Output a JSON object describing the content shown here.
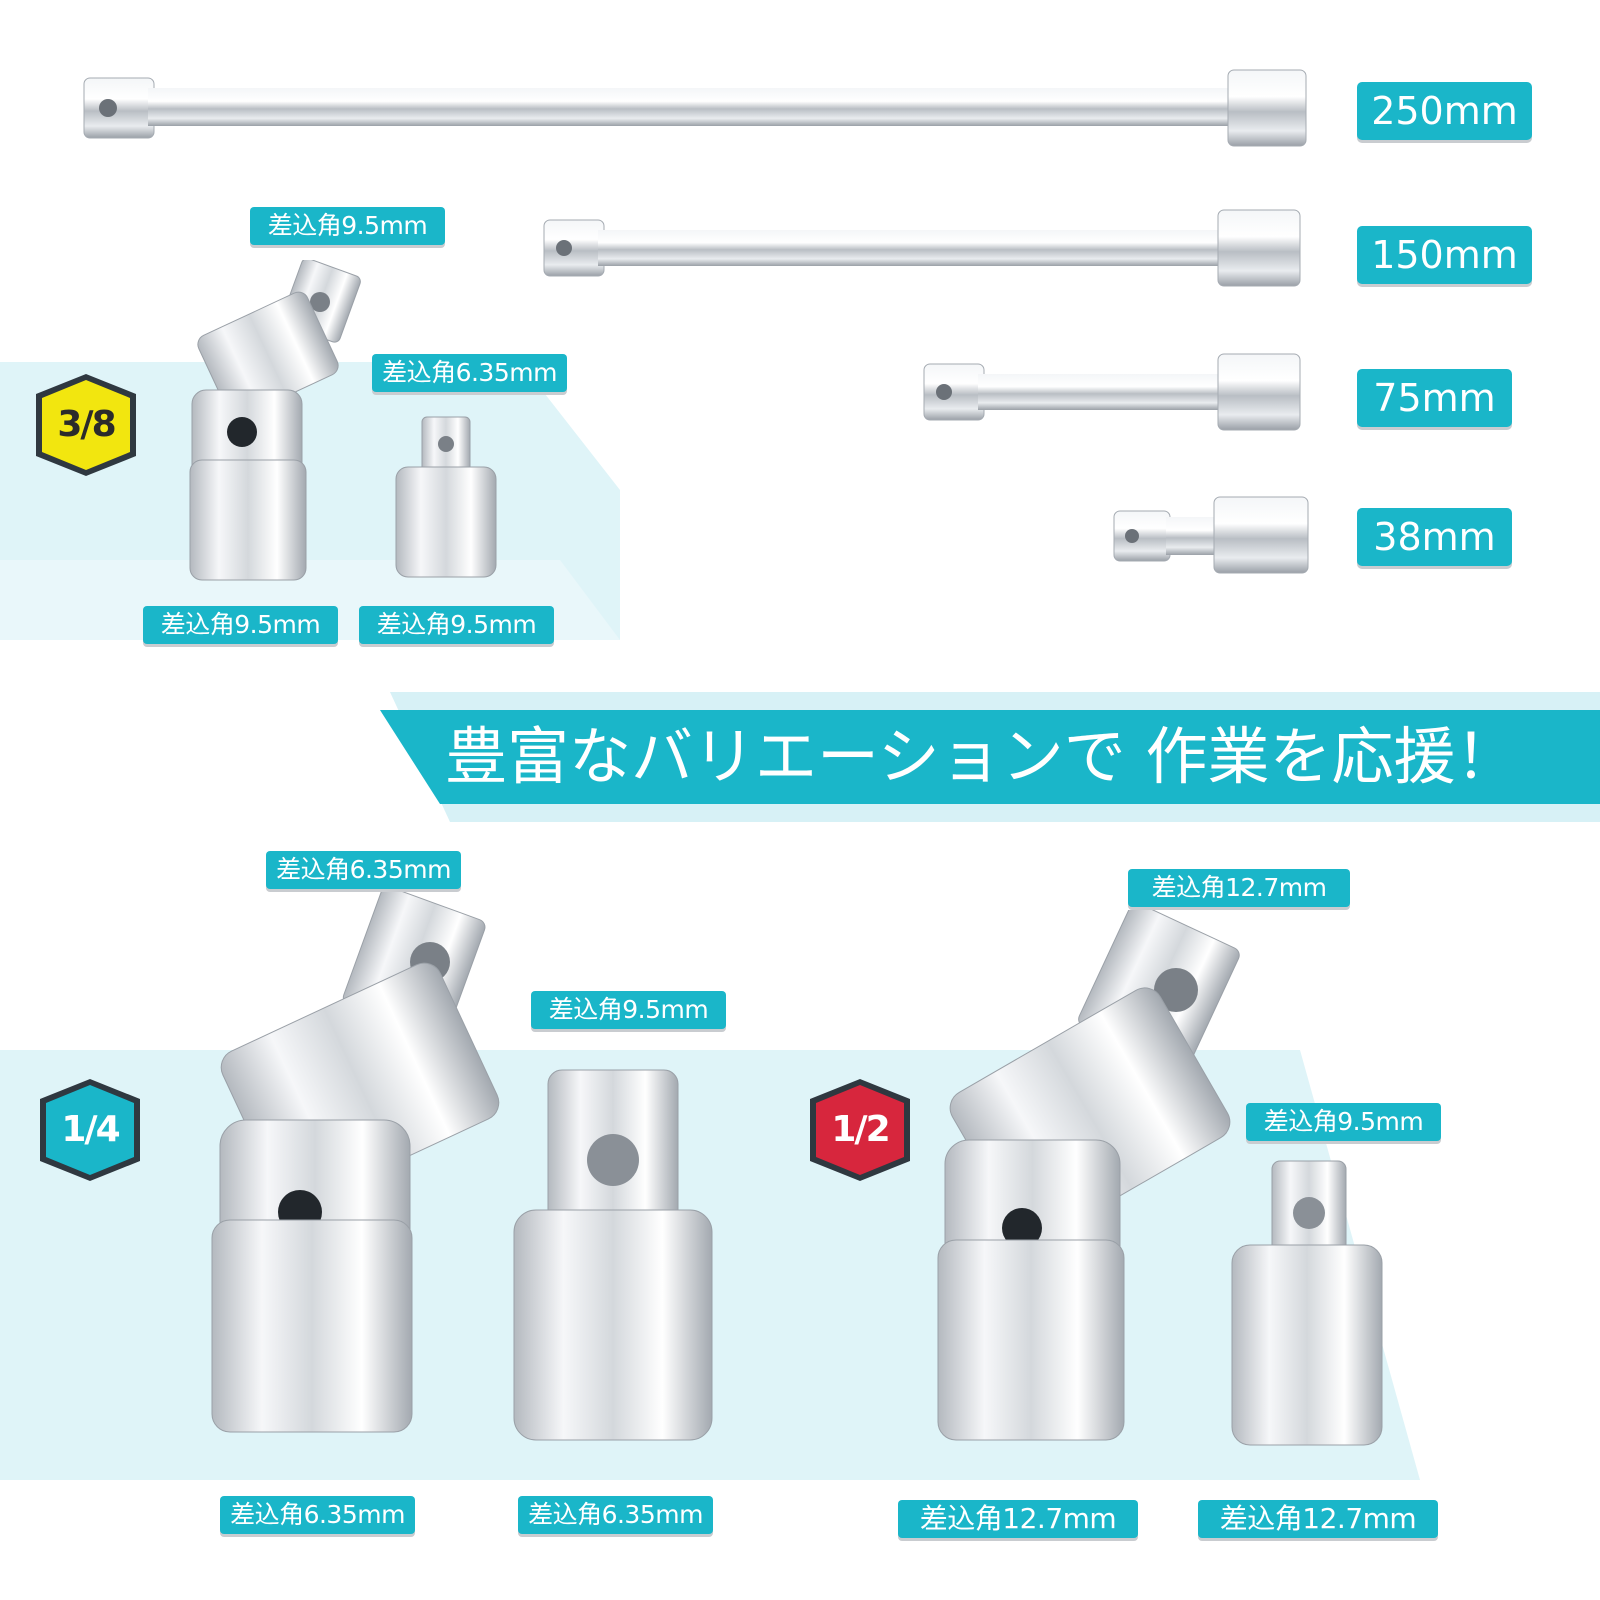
{
  "banner": {
    "text": "豊富なバリエーションで 作業を応援！"
  },
  "extensions": [
    {
      "length_label": "250mm"
    },
    {
      "length_label": "150mm"
    },
    {
      "length_label": "75mm"
    },
    {
      "length_label": "38mm"
    }
  ],
  "size_badges": [
    {
      "label": "3/8",
      "color": "#f2e60f",
      "text_color": "#2b2b2b"
    },
    {
      "label": "1/4",
      "color": "#1ab6c9",
      "text_color": "#ffffff"
    },
    {
      "label": "1/2",
      "color": "#d7263d",
      "text_color": "#ffffff"
    }
  ],
  "section_3_8": {
    "joint_top": "差込角9.5mm",
    "adapter_top": "差込角6.35mm",
    "joint_bottom": "差込角9.5mm",
    "adapter_bottom": "差込角9.5mm"
  },
  "section_1_4": {
    "joint_top": "差込角6.35mm",
    "adapter_top": "差込角9.5mm",
    "joint_bottom": "差込角6.35mm",
    "adapter_bottom": "差込角6.35mm"
  },
  "section_1_2": {
    "joint_top": "差込角12.7mm",
    "adapter_top": "差込角9.5mm",
    "joint_bottom": "差込角12.7mm",
    "adapter_bottom": "差込角12.7mm"
  },
  "colors": {
    "accent": "#1ab6c9",
    "light_band": "#dff4f8",
    "chrome": "#d9dde1"
  },
  "icons": [
    "extension-bar-icon",
    "universal-joint-icon",
    "socket-adapter-icon"
  ]
}
